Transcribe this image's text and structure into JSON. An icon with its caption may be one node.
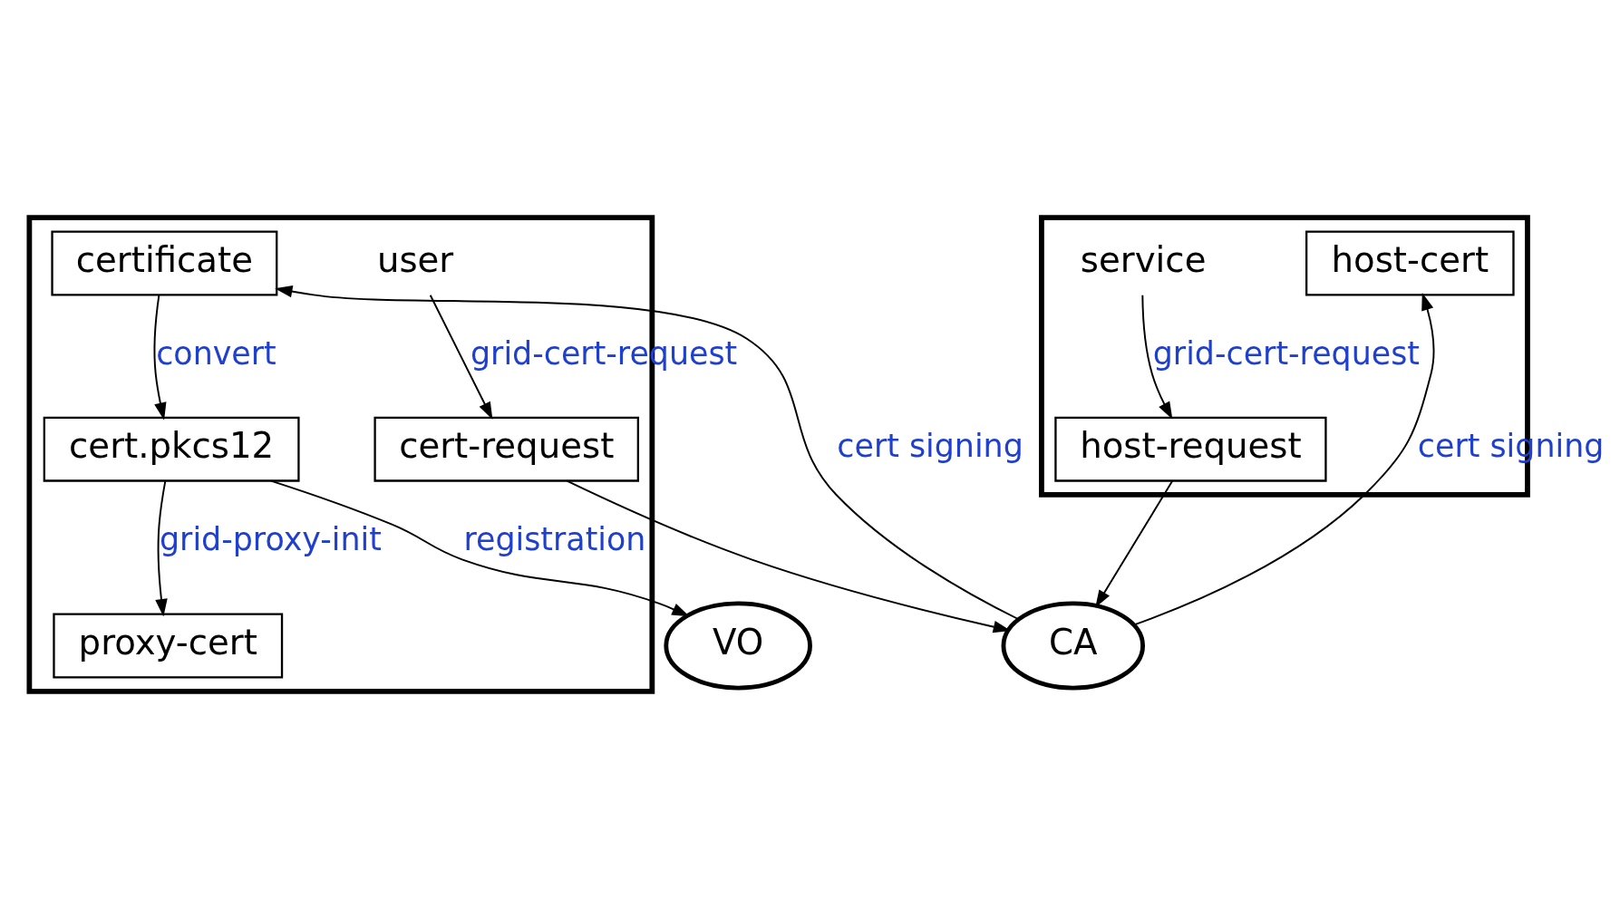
{
  "diagram": {
    "nodes": [
      {
        "text": [
          "CA"
        ]
      },
      {
        "text": [
          "user"
        ]
      },
      {
        "text": [
          "cert-request"
        ],
        "in": 1
      },
      {
        "text": [
          "certificate"
        ],
        "in": 1
      },
      {
        "text": [
          "cert.pkcs12"
        ],
        "in": 1
      },
      {
        "text": [
          "proxy-cert"
        ],
        "in": 1
      },
      {
        "text": [
          "VO"
        ]
      },
      {
        "text": [
          "service"
        ]
      },
      {
        "text": [
          "host-request"
        ],
        "in": 7
      },
      {
        "text": [
          "host-cert"
        ],
        "in": 7
      }
    ],
    "edges": [
      {
        "from": 1,
        "to": 2,
        "arrow": "to",
        "label": "grid-cert-request"
      },
      {
        "from": 2,
        "to": 0,
        "arrow": "to"
      },
      {
        "from": 0,
        "to": 3,
        "arrow": "to",
        "label": "cert signing"
      },
      {
        "from": 3,
        "to": 4,
        "arrow": "to",
        "label": "convert"
      },
      {
        "from": 4,
        "to": 6,
        "arrow": "to",
        "label": "registration"
      },
      {
        "from": 4,
        "to": 5,
        "arrow": "to",
        "label": "grid-proxy-init"
      },
      {
        "from": 8,
        "to": 0,
        "arrow": "to"
      },
      {
        "from": 0,
        "to": 9,
        "arrow": "to",
        "label": "cert signing"
      },
      {
        "from": 7,
        "to": 8,
        "arrow": "to",
        "label": "grid-cert-request"
      }
    ]
  }
}
